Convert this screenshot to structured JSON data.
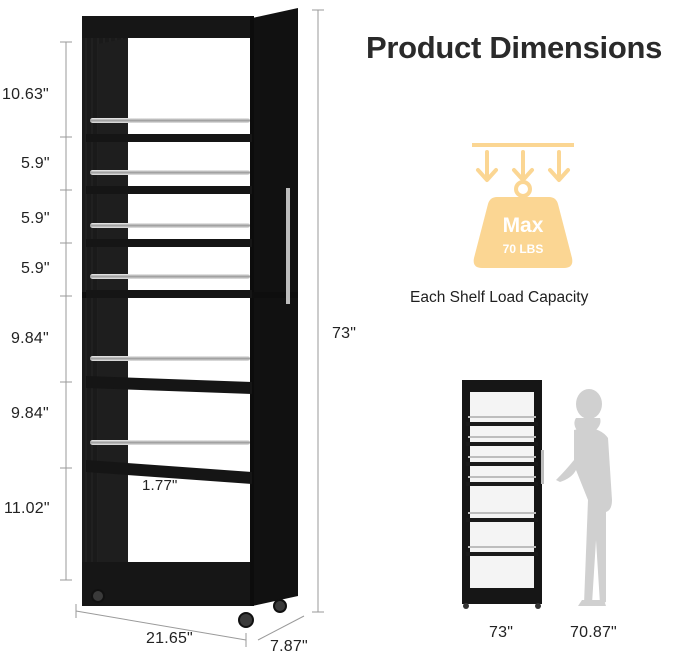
{
  "title": "Product Dimensions",
  "capacity": {
    "max_label": "Max",
    "weight_label": "70 LBS",
    "caption": "Each Shelf Load Capacity",
    "accent_color": "#fbd693",
    "arrow_color": "#fbd693"
  },
  "dimensions": {
    "shelf_spacings": [
      "10.63\"",
      "5.9\"",
      "5.9\"",
      "5.9\"",
      "9.84\"",
      "9.84\"",
      "11.02\""
    ],
    "total_height": "73\"",
    "width": "21.65\"",
    "depth": "7.87\"",
    "rail_height": "1.77\""
  },
  "comparison": {
    "cabinet_height": "73\"",
    "person_height": "70.87\""
  },
  "colors": {
    "cabinet": "#1b1b1b",
    "dimension_line": "#8a8a8a",
    "person": "#cfcfcf",
    "rail": "#c9c9c9"
  }
}
